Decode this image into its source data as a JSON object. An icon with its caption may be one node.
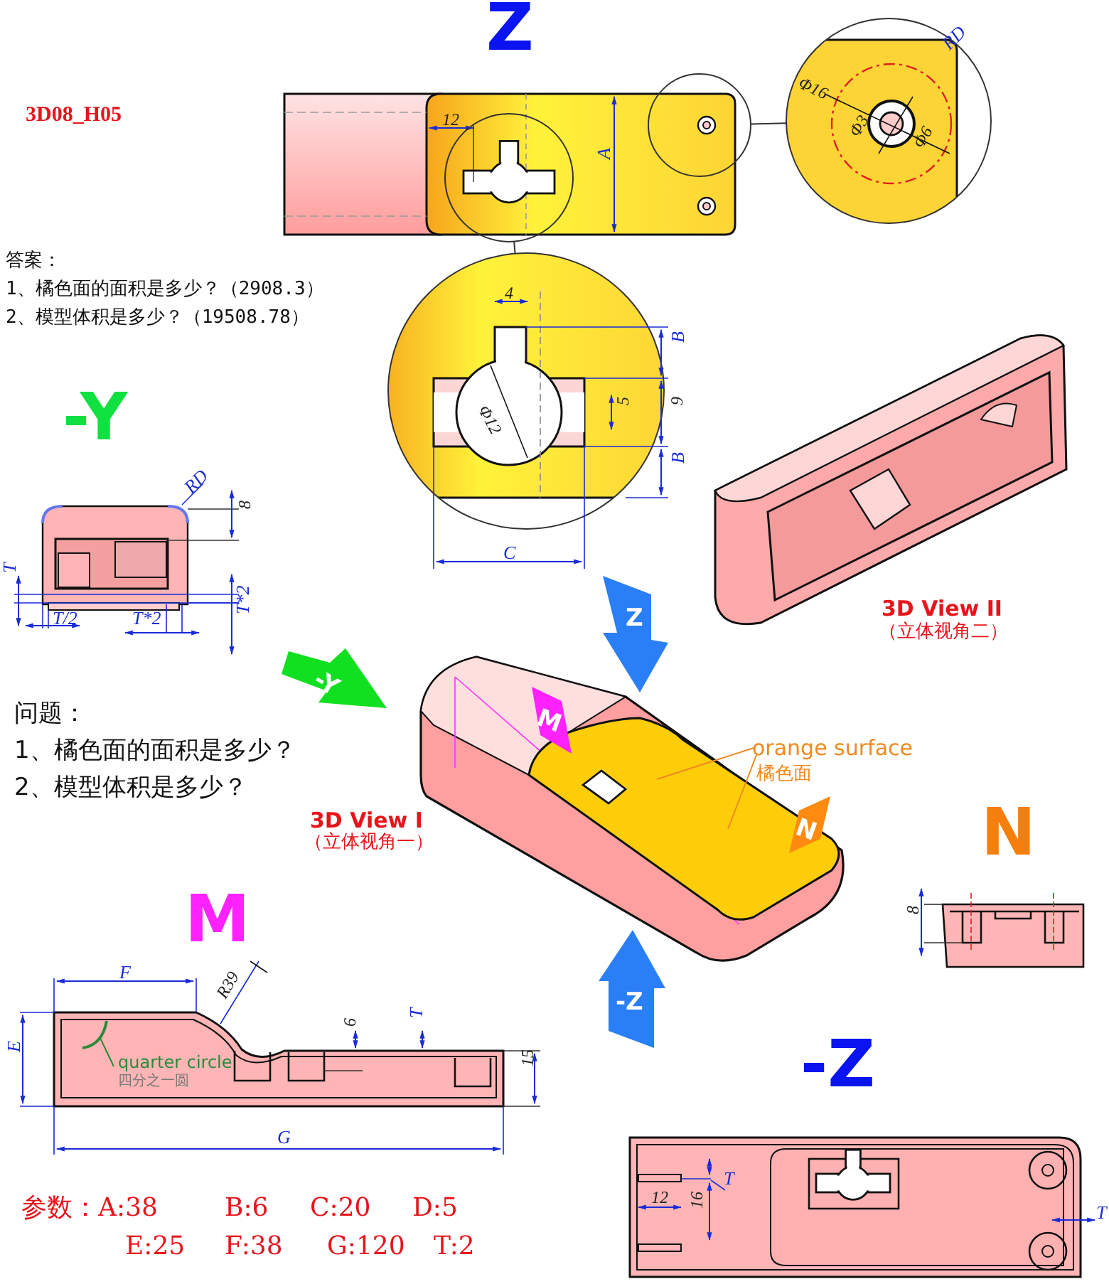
{
  "diagram": {
    "nodes": [
      {
        "text": [],
        "shape": "circle"
      },
      {
        "text": [],
        "shape": "circle"
      },
      {
        "text": [],
        "shape": "circle"
      },
      {
        "text": [],
        "shape": "circle"
      },
      {
        "text": [
          "orange surface",
          "橘色面"
        ]
      },
      {
        "text": [],
        "shape": "picture"
      },
      {
        "text": [
          "quarter circle",
          "四分之一圆"
        ]
      },
      {
        "text": [],
        "shape": "arc"
      }
    ],
    "edges": [
      {
        "from": 0,
        "to": 1,
        "arrow": "none"
      },
      {
        "from": 2,
        "to": 3,
        "arrow": "none"
      },
      {
        "from": 4,
        "to": 5,
        "arrow": "none",
        "color": "#f08a20"
      },
      {
        "from": 4,
        "to": 5,
        "arrow": "none",
        "color": "#f08a20"
      },
      {
        "from": 6,
        "to": 7,
        "arrow": "none",
        "color": "#2a8a3a"
      }
    ],
    "labels": [
      "3D08_H05",
      "Z",
      "12",
      "A",
      "RD",
      "Φ16",
      "Φ3",
      "Φ6",
      "答案：",
      "1、橘色面的面积是多少？（2908.3）",
      "2、模型体积是多少？（19508.78）",
      "4",
      "B",
      "Φ12",
      "5",
      "9",
      "B",
      "C",
      "-Y",
      "RD",
      "8",
      "T",
      "T/2",
      "T*2",
      "T*2",
      "-Y",
      "Z",
      "3D View II",
      "（立体视角二）",
      "问题：",
      "1、橘色面的面积是多少？",
      "2、模型体积是多少？",
      "M",
      "3D View I",
      "（立体视角一）",
      "N",
      "N",
      "8",
      "-Z",
      "M",
      "F",
      "R39",
      "6",
      "T",
      "E",
      "15",
      "G",
      "-Z",
      "T",
      "12",
      "16",
      "T",
      "参数：A:38",
      "B:6",
      "C:20",
      "D:5",
      "E:25",
      "F:38",
      "G:120",
      "T:2"
    ]
  }
}
